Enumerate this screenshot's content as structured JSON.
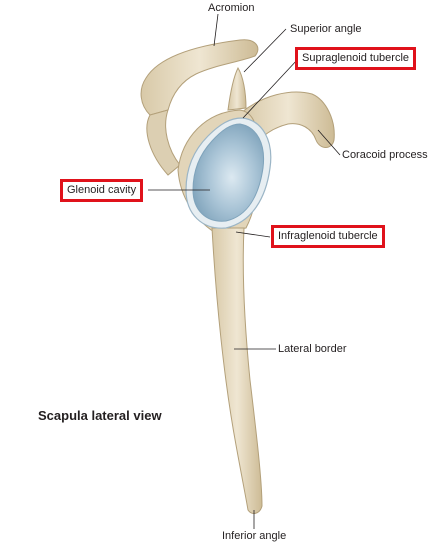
{
  "labels": {
    "acromion": "Acromion",
    "superior_angle": "Superior angle",
    "supraglenoid_tubercle": "Supraglenoid tubercle",
    "coracoid_process": "Coracoid process",
    "glenoid_cavity": "Glenoid cavity",
    "infraglenoid_tubercle": "Infraglenoid tubercle",
    "lateral_border": "Lateral border",
    "inferior_angle": "Inferior angle"
  },
  "view_title": "Scapula lateral view",
  "colors": {
    "bone": "#e8dcc2",
    "bone_shadow": "#c9b894",
    "glenoid": "#a9c4d6",
    "glenoid_rim": "#dfe9ef",
    "highlight_box": "#e0121b",
    "leader_line": "#231f20"
  }
}
